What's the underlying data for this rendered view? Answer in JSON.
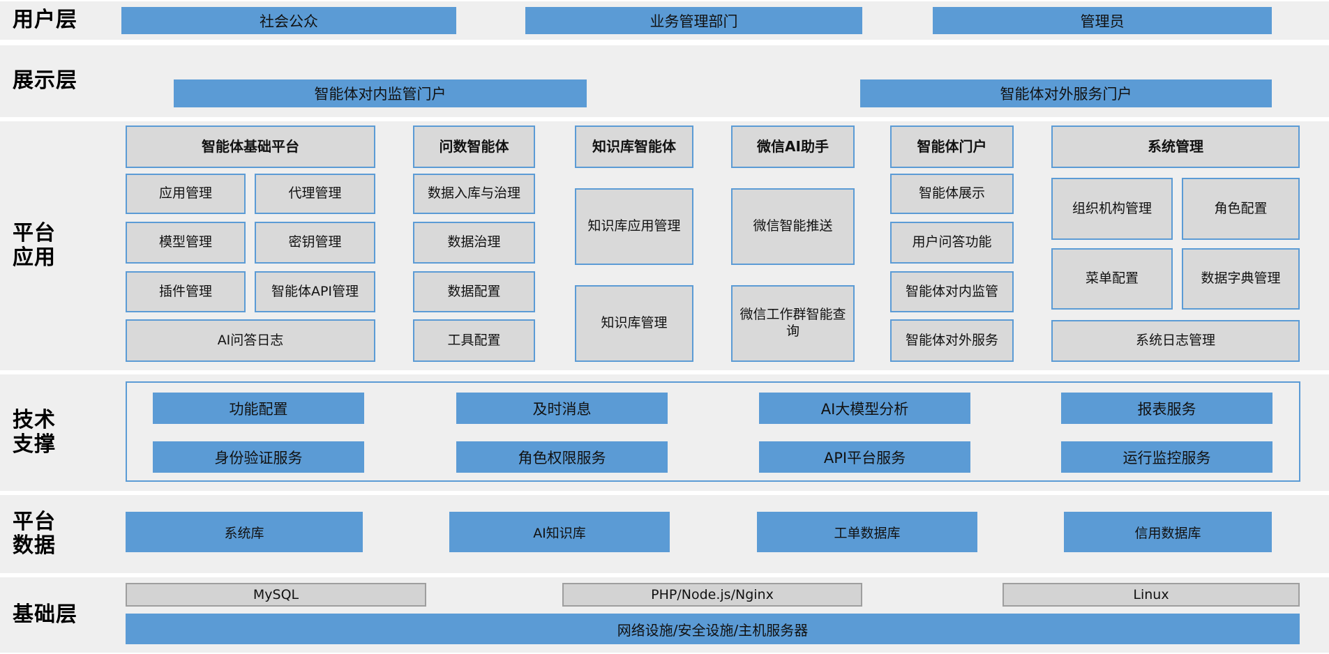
{
  "layers": {
    "user": {
      "label": "用户层",
      "bars": {
        "public": "社会公众",
        "business": "业务管理部门",
        "admin": "管理员"
      }
    },
    "display": {
      "label": "展示层",
      "bars": {
        "internal": "智能体对内监管门户",
        "external": "智能体对外服务门户"
      }
    },
    "app": {
      "label_line1": "平台",
      "label_line2": "应用",
      "col1": {
        "header": "智能体基础平台",
        "i1": "应用管理",
        "i2": "代理管理",
        "i3": "模型管理",
        "i4": "密钥管理",
        "i5": "插件管理",
        "i6": "智能体API管理",
        "i7": "AI问答日志"
      },
      "col2": {
        "header": "问数智能体",
        "i1": "数据入库与治理",
        "i2": "数据治理",
        "i3": "数据配置",
        "i4": "工具配置"
      },
      "col3": {
        "header": "知识库智能体",
        "i1": "知识库应用管理",
        "i2": "知识库管理"
      },
      "col4": {
        "header": "微信AI助手",
        "i1": "微信智能推送",
        "i2": "微信工作群智能查询"
      },
      "col5": {
        "header": "智能体门户",
        "i1": "智能体展示",
        "i2": "用户问答功能",
        "i3": "智能体对内监管",
        "i4": "智能体对外服务"
      },
      "col6": {
        "header": "系统管理",
        "i1": "组织机构管理",
        "i2": "角色配置",
        "i3": "菜单配置",
        "i4": "数据字典管理",
        "i5": "系统日志管理"
      }
    },
    "tech": {
      "label_line1": "技术",
      "label_line2": "支撑",
      "r1c1": "功能配置",
      "r1c2": "及时消息",
      "r1c3": "AI大模型分析",
      "r1c4": "报表服务",
      "r2c1": "身份验证服务",
      "r2c2": "角色权限服务",
      "r2c3": "API平台服务",
      "r2c4": "运行监控服务"
    },
    "data": {
      "label_line1": "平台",
      "label_line2": "数据",
      "b1": "系统库",
      "b2": "AI知识库",
      "b3": "工单数据库",
      "b4": "信用数据库"
    },
    "infra": {
      "label": "基础层",
      "b1": "MySQL",
      "b2": "PHP/Node.js/Nginx",
      "b3": "Linux",
      "bar": "网络设施/安全设施/主机服务器"
    }
  },
  "colors": {
    "accent_blue": "#5B9BD5",
    "box_gray": "#D9D9D9",
    "band_bg": "#EFEFEF",
    "infra_box_border": "#9E9E9E"
  }
}
